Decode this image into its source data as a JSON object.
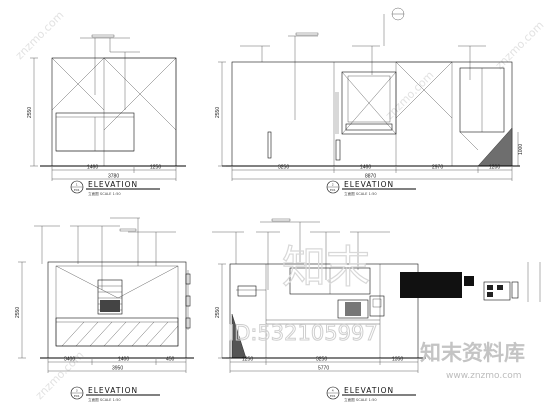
{
  "panels": [
    {
      "title": "ELEVATION",
      "subtitle": "立面图   SCALE 1:50",
      "ref_top": "1",
      "ref_bottom": "E01",
      "height_dim": "2550",
      "widths": [
        "1460",
        "1250"
      ],
      "total_width": "3780"
    },
    {
      "title": "ELEVATION",
      "subtitle": "立面图   SCALE 1:50",
      "ref_top": "2",
      "ref_bottom": "E01",
      "height_dim": "2550",
      "widths": [
        "3250",
        "1460",
        "2970",
        "1200"
      ],
      "total_width": "8870",
      "side_dim": "1000"
    },
    {
      "title": "ELEVATION",
      "subtitle": "立面图   SCALE 1:50",
      "ref_top": "3",
      "ref_bottom": "E01",
      "height_dim": "2550",
      "widths": [
        "3400",
        "1400",
        "450"
      ],
      "total_width": "3950"
    },
    {
      "title": "ELEVATION",
      "subtitle": "立面图   SCALE 1:50",
      "ref_top": "4",
      "ref_bottom": "E01",
      "height_dim": "2550",
      "widths": [
        "1250",
        "3250",
        "1350"
      ],
      "total_width": "5770"
    }
  ],
  "watermark": {
    "logo": "知末",
    "id": "ID:532105997",
    "brand": "知末资料库",
    "url": "www.znzmo.com",
    "diagonal": "znzmo.com"
  }
}
